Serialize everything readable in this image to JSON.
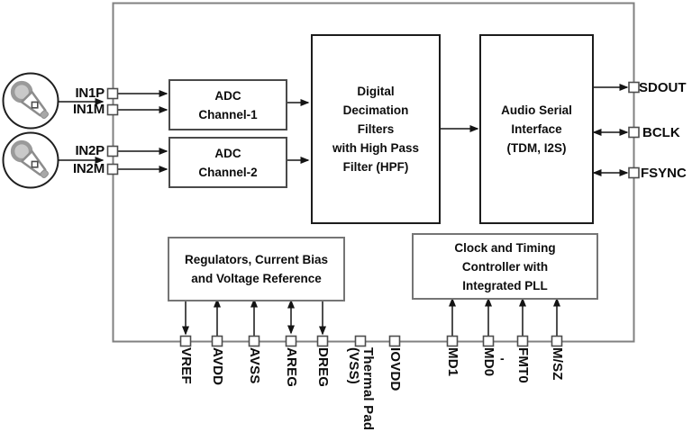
{
  "figure": {
    "type": "functional-block-diagram",
    "subject": "stereo audio ADC chip"
  },
  "blocks": {
    "adc1": "ADC\nChannel-1",
    "adc2": "ADC\nChannel-2",
    "decimation": "Digital\nDecimation\nFilters\nwith High Pass\nFilter (HPF)",
    "asi": "Audio Serial\nInterface\n(TDM, I2S)",
    "regulators": "Regulators, Current Bias\nand Voltage Reference",
    "clock": "Clock and Timing\nController with\nIntegrated PLL"
  },
  "pins": {
    "left": {
      "in1p": "IN1P",
      "in1m": "IN1M",
      "in2p": "IN2P",
      "in2m": "IN2M"
    },
    "right": {
      "sdout": "SDOUT",
      "bclk": "BCLK",
      "fsync": "FSYNC"
    },
    "bottom": {
      "vref": "VREF",
      "avdd": "AVDD",
      "avss": "AVSS",
      "areg": "AREG",
      "dreg": "DREG",
      "thermal": "Thermal Pad\n(VSS)",
      "iovdd": "IOVDD",
      "md1": "MD1",
      "md0": "MD0",
      "fmt0": "FMT0",
      "msz": "M/SZ"
    }
  },
  "annotations": {
    "stray_dash": "-"
  },
  "icons": {
    "mic1": "microphone-icon",
    "mic2": "microphone-icon"
  },
  "colors": {
    "line": "#141414",
    "chip_border": "#808080",
    "block_border_dark": "#4a4a4a",
    "block_border_gray": "#757575",
    "mic_fill": "#c9c9c9",
    "background": "#ffffff"
  }
}
